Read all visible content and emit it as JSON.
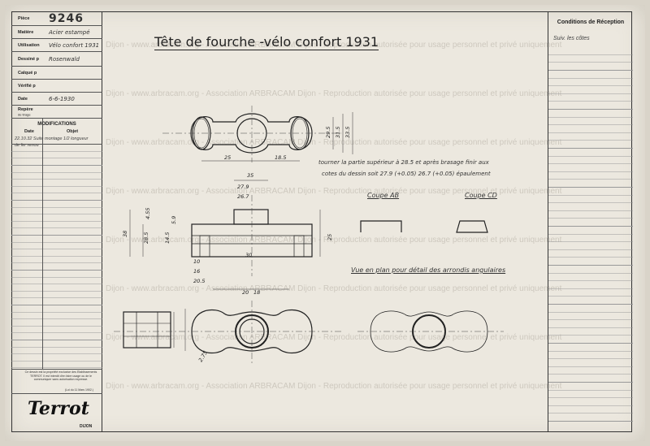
{
  "title": "Tête de fourche -vélo confort 1931",
  "titleblock": {
    "piece_label": "Pièce",
    "piece_value": "9246",
    "matiere_label": "Matière",
    "matiere_value": "Acier estampé",
    "utilisation_label": "Utilisation",
    "utilisation_value": "Vélo confort 1931",
    "dessine_label": "Dessiné p",
    "dessine_value": "Rosenwald",
    "calque_label": "Calqué p",
    "verifie_label": "Vérifié p",
    "date_label": "Date",
    "date_value": "6-6-1930",
    "repere_label": "Repère",
    "repere_sub": "de tirage"
  },
  "modifications": {
    "heading": "MODIFICATIONS",
    "col_date": "Date",
    "col_objet": "Objet",
    "entry": "22.10.32 Suite montage 1/2 longueur de fer renou"
  },
  "reception": {
    "heading": "Conditions de Réception",
    "note": "Suiv. les côtes"
  },
  "notes": {
    "line1": "tourner la partie supérieur à 28.5 et après brasage finir aux",
    "line2": "cotes du dessin soit 27.9 (+0.05) 26.7 (+0.05) épaulement",
    "coupe_ab": "Coupe AB",
    "coupe_cd": "Coupe CD",
    "vue_plan": "Vue en plan pour détail des arrondis angulaires"
  },
  "dimensions": {
    "d25": "25",
    "d185": "18.5",
    "d295": "29.5",
    "d315": "31.5",
    "d335": "33.5",
    "d35": "35",
    "d279": "27.9",
    "d267": "26.7",
    "d38": "38",
    "d285": "28.5",
    "d455": "4.55",
    "d145": "14.5",
    "d59": "5.9",
    "d25b": "25",
    "d10": "10",
    "d16": "16",
    "d205": "20.5",
    "d30": "30",
    "d275": "2.75",
    "d20": "20",
    "d18": "18"
  },
  "legal": {
    "text": "Ce dessin est la propriété exclusive des Etablissements TERROT. Il est interdit d'en faire usage ou de le communiquer sans autorisation expresse.",
    "law": "(Loi du 11 Mars 1902.)"
  },
  "logo": {
    "name": "Terrot",
    "city": "DIJON"
  },
  "watermark": "Dijon - www.arbracam.org - Association ARBRACAM Dijon - Reproduction autorisée pour usage personnel et privé uniquement"
}
